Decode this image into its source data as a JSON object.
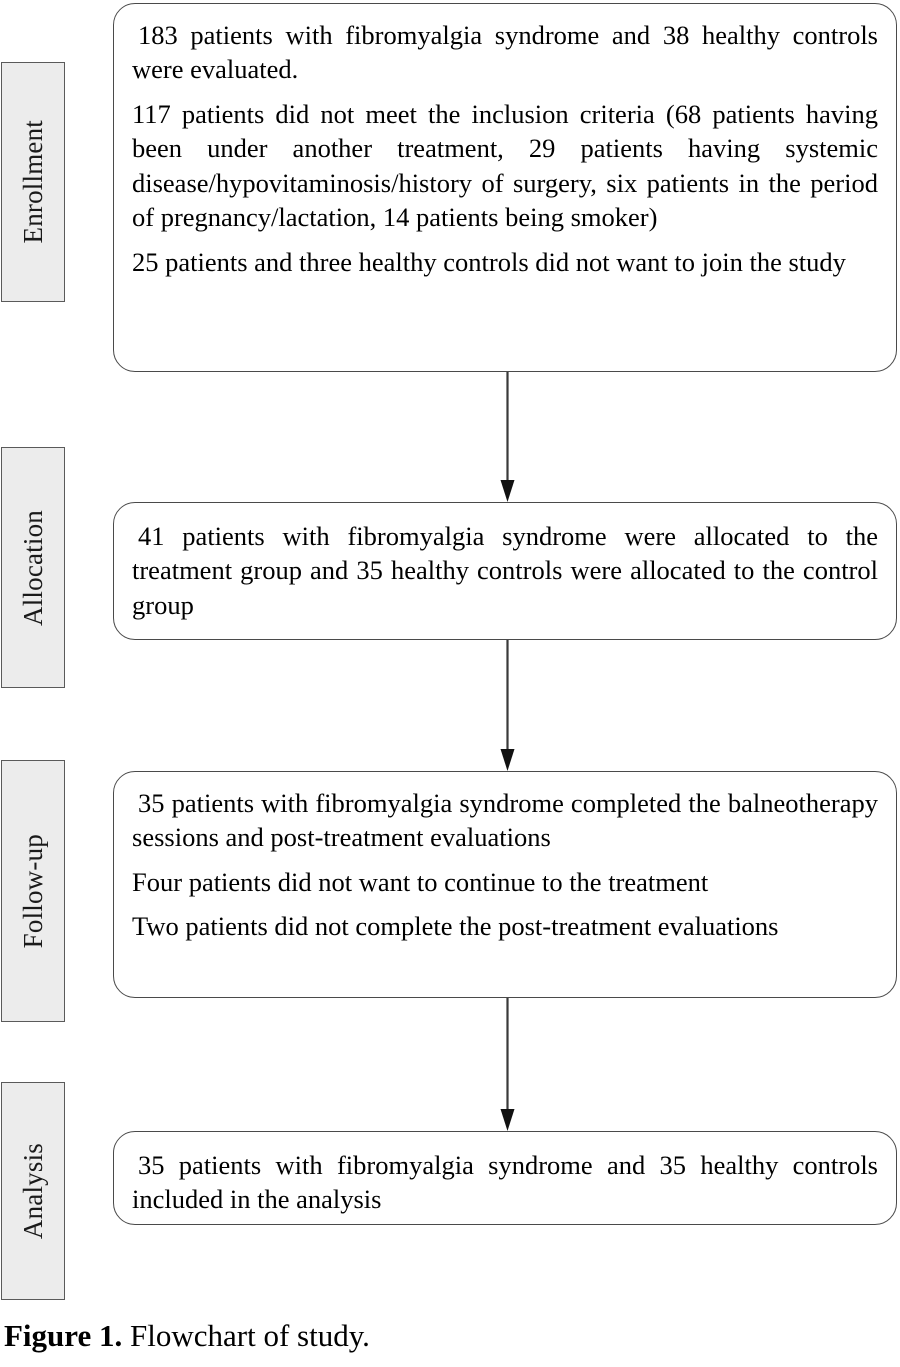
{
  "figure": {
    "caption_label": "Figure 1.",
    "caption_text": " Flowchart of study."
  },
  "colors": {
    "stage_label_fill": "#ececec",
    "stage_label_border": "#5a5a5a",
    "box_border": "#4a4a4a",
    "box_fill": "#ffffff",
    "text": "#000000",
    "arrow": "#3a3a3a"
  },
  "stages": [
    {
      "id": "enrollment",
      "label": "Enrollment"
    },
    {
      "id": "allocation",
      "label": "Allocation"
    },
    {
      "id": "followup",
      "label": "Follow-up"
    },
    {
      "id": "analysis",
      "label": "Analysis"
    }
  ],
  "boxes": [
    {
      "id": "enrollment",
      "stage": "Enrollment",
      "lines": [
        "183 patients with fibromyalgia syndrome and 38 healthy controls were evaluated.",
        "117 patients did not meet the inclusion criteria (68 patients having been under another treatment, 29 patients having systemic disease/hypovitaminosis/history of surgery, six patients in the period of pregnancy/lactation, 14 patients being smoker)",
        "25 patients and three healthy controls did not want to join the study"
      ]
    },
    {
      "id": "allocation",
      "stage": "Allocation",
      "lines": [
        "41 patients with fibromyalgia syndrome were allocated to the treatment group and 35 healthy controls were allocated to the control group"
      ]
    },
    {
      "id": "followup",
      "stage": "Follow-up",
      "lines": [
        "35 patients with fibromyalgia syndrome completed the balneotherapy sessions and post-treatment evaluations",
        "Four patients did not want to continue to the treatment",
        "Two patients did not complete the post-treatment evaluations"
      ]
    },
    {
      "id": "analysis",
      "stage": "Analysis",
      "lines": [
        "35 patients with fibromyalgia syndrome and 35 healthy controls included in the analysis"
      ]
    }
  ],
  "connectors": [
    {
      "id": "enrollment-to-allocation",
      "from": "enrollment",
      "to": "allocation",
      "direction": "down"
    },
    {
      "id": "allocation-to-followup",
      "from": "allocation",
      "to": "followup",
      "direction": "down"
    },
    {
      "id": "followup-to-analysis",
      "from": "followup",
      "to": "analysis",
      "direction": "down"
    }
  ]
}
